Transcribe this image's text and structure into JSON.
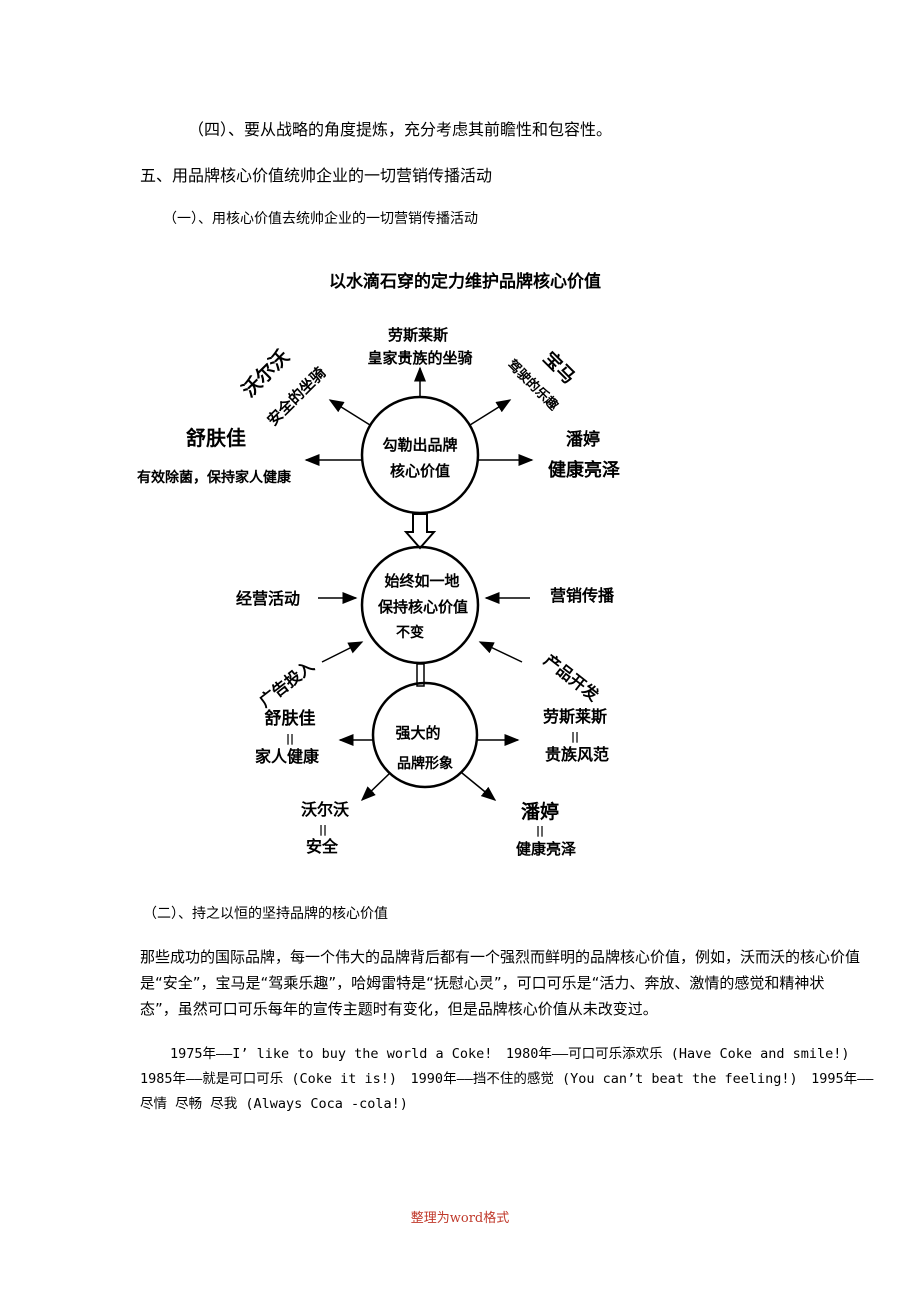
{
  "heading_4": "（四）、要从战略的角度提炼，充分考虑其前瞻性和包容性。",
  "section_5_title": "五、用品牌核心价值统帅企业的一切营销传播活动",
  "subsection_1_title": "（一）、用核心价值去统帅企业的一切营销传播活动",
  "diagram": {
    "title": "以水滴石穿的定力维护品牌核心价值",
    "circle_top_line1": "勾勒出品牌",
    "circle_top_line2": "核心价值",
    "circle_mid_line1": "始终如一地",
    "circle_mid_line2": "保持核心价值",
    "circle_mid_line3": "不变",
    "circle_bottom_line1": "强大的",
    "circle_bottom_line2": "品牌形象",
    "rolls_line1": "劳斯莱斯",
    "rolls_line2": "皇家贵族的坐骑",
    "volvo_line1": "沃尔沃",
    "volvo_line2": "安全的坐骑",
    "bmw_line1": "宝马",
    "bmw_line2": "驾驶的乐趣",
    "safeguard_line1": "舒肤佳",
    "safeguard_line2": "有效除菌，保持家人健康",
    "pantene_line1": "潘婷",
    "pantene_line2": "健康亮泽",
    "operations": "经营活动",
    "marketing": "营销传播",
    "advertising": "广告投入",
    "product_dev": "产品开发",
    "equals": "||",
    "b_safeguard": "舒肤佳",
    "b_family_health": "家人健康",
    "b_rolls": "劳斯莱斯",
    "b_noble": "贵族风范",
    "b_volvo": "沃尔沃",
    "b_safety": "安全",
    "b_pantene": "潘婷",
    "b_shine": "健康亮泽"
  },
  "subsection_2_title": "（二）、持之以恒的坚持品牌的核心价值",
  "paragraph": "那些成功的国际品牌，每一个伟大的品牌背后都有一个强烈而鲜明的品牌核心价值，例如，沃而沃的核心价值是“安全”，宝马是“驾乘乐趣”，哈姆雷特是“抚慰心灵”，可口可乐是“活力、奔放、激情的感觉和精神状态”，虽然可口可乐每年的宣传主题时有变化，但是品牌核心价值从未改变过。",
  "slogans": "1975年——I’ like to buy the world a Coke!　1980年——可口可乐添欢乐 (Have Coke and smile!)　1985年——就是可口可乐 (Coke it is!)　1990年——挡不住的感觉 (You can’t beat the feeling!)　1995年——尽情 尽畅 尽我 (Always Coca -cola!)",
  "footer": "整理为word格式"
}
